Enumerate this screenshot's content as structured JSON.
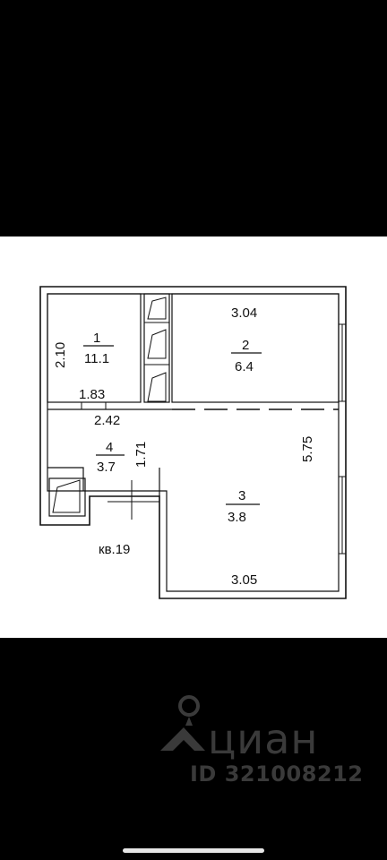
{
  "plan": {
    "rooms": [
      {
        "number": "1",
        "area": "11.1"
      },
      {
        "number": "2",
        "area": "6.4"
      },
      {
        "number": "3",
        "area": "3.8"
      },
      {
        "number": "4",
        "area": "3.7"
      }
    ],
    "dimensions": {
      "room2_width": "3.04",
      "room1_width": "3.05",
      "room3_height": "2.10",
      "room3_width": "1.83",
      "hall_width": "2.42",
      "hall_height": "1.71",
      "right_height": "5.75"
    },
    "apartment_label": "кв.19"
  },
  "watermark": {
    "brand": "циан",
    "id": "ID 321008212",
    "logo_icon": "location-pin-house-icon",
    "color": "#3a3a3a"
  },
  "colors": {
    "background": "#000000",
    "plan_background": "#ffffff",
    "lines": "#111111"
  }
}
